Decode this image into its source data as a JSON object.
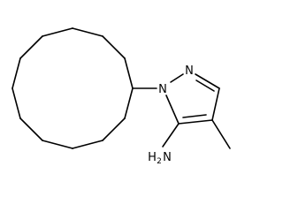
{
  "molecule": {
    "atoms": {
      "ring_nitrogen_1": "N",
      "ring_nitrogen_2": "N",
      "amine_element": "H",
      "amine_count": "2",
      "amine_nitrogen": "N"
    }
  }
}
